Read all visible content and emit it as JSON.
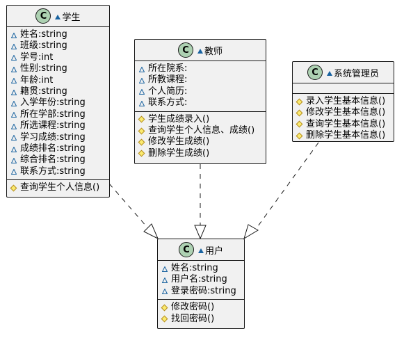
{
  "classes": {
    "student": {
      "name": "学生",
      "badge": "C",
      "attributes": [
        "姓名:string",
        "班级:string",
        "学号:int",
        "性别:string",
        "年龄:int",
        "籍贯:string",
        "入学年份:string",
        "所在学部:string",
        "所选课程:string",
        "学习成绩:string",
        "成绩排名:string",
        "综合排名:string",
        "联系方式:string"
      ],
      "methods": [
        "查询学生个人信息()"
      ]
    },
    "teacher": {
      "name": "教师",
      "badge": "C",
      "attributes": [
        "所在院系:",
        "所教课程:",
        "个人简历:",
        "联系方式:"
      ],
      "methods": [
        "学生成绩录入()",
        "查询学生个人信息、成绩()",
        "修改学生成绩()",
        "删除学生成绩()"
      ]
    },
    "admin": {
      "name": "系统管理员",
      "badge": "C",
      "attributes": [],
      "methods": [
        "录入学生基本信息()",
        "修改学生基本信息()",
        "查询学生基本信息()",
        "删除学生基本信息()"
      ]
    },
    "user": {
      "name": "用户",
      "badge": "C",
      "attributes": [
        "姓名:string",
        "用户名:string",
        "登录密码:string"
      ],
      "methods": [
        "修改密码()",
        "找回密码()"
      ]
    }
  },
  "icons": {
    "class_badge": "class-c-icon",
    "attribute_visibility": "package-private-triangle-icon",
    "method_visibility": "protected-diamond-icon"
  },
  "colors": {
    "class_fill": "#f1f1f1",
    "border": "#181818",
    "badge": "#add1b2",
    "package_icon": "#1963a0",
    "protected_icon": "#fbeb6f"
  },
  "relations": [
    {
      "from": "student",
      "to": "user",
      "type": "realization"
    },
    {
      "from": "teacher",
      "to": "user",
      "type": "realization"
    },
    {
      "from": "admin",
      "to": "user",
      "type": "realization"
    }
  ]
}
